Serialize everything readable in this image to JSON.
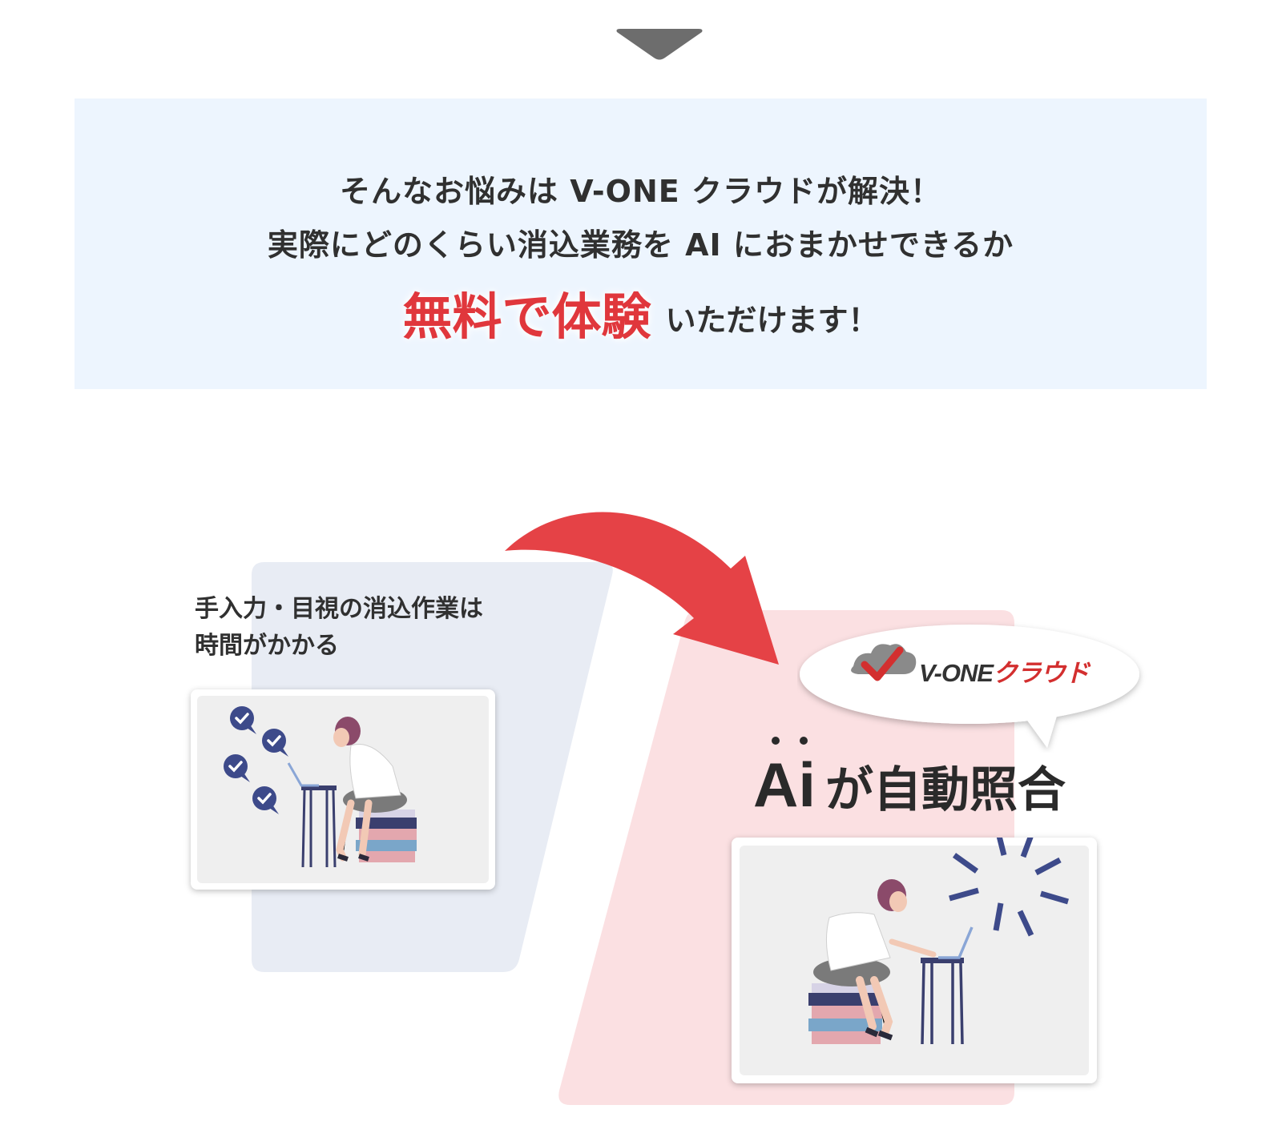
{
  "banner": {
    "line1": "そんなお悩みは V-ONE クラウドが解決！",
    "line2": "実際にどのくらい消込業務を AI におまかせできるか",
    "line3_highlight": "無料で体験",
    "line3_rest": "いただけます！"
  },
  "left_panel": {
    "caption_line1": "手入力・目視の消込作業は",
    "caption_line2": "時間がかかる"
  },
  "right_panel": {
    "brand_prefix": "V-ONE",
    "brand_suffix": "クラウド",
    "ai_label": "Ai",
    "ai_rest": "が自動照合"
  },
  "colors": {
    "banner_bg": "#edf5fe",
    "accent_red": "#e0373c",
    "left_panel_bg": "#e8ecf4",
    "right_panel_bg": "#fbe0e2",
    "icon_navy": "#3d4a8a"
  }
}
